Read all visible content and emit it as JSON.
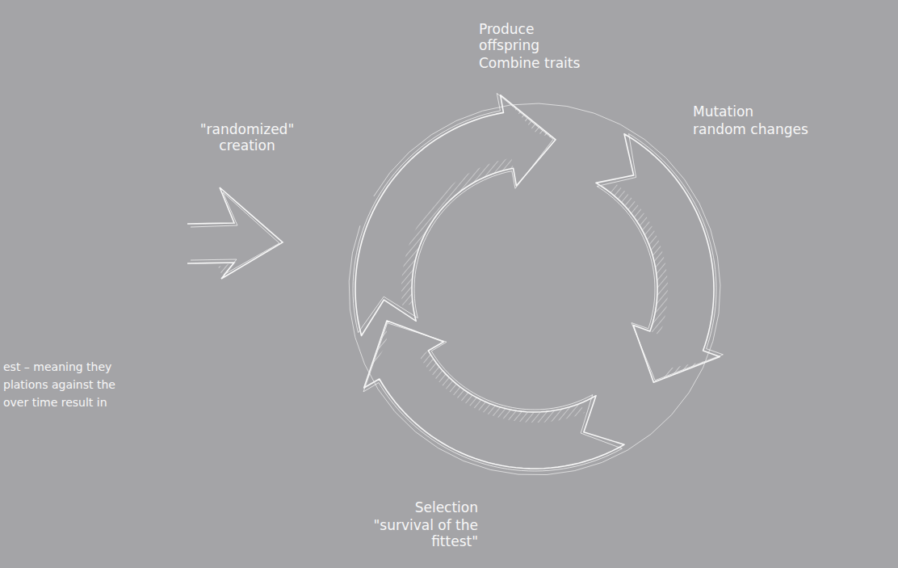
{
  "diagram": {
    "labels": [
      "Produce offspring",
      "Combine traits",
      "Mutation",
      "random changes",
      "\"randomized\" creation",
      "Selection",
      "\"survival of the fittest\"",
      "est – meaning they",
      "plations against the",
      "over time result in"
    ]
  }
}
